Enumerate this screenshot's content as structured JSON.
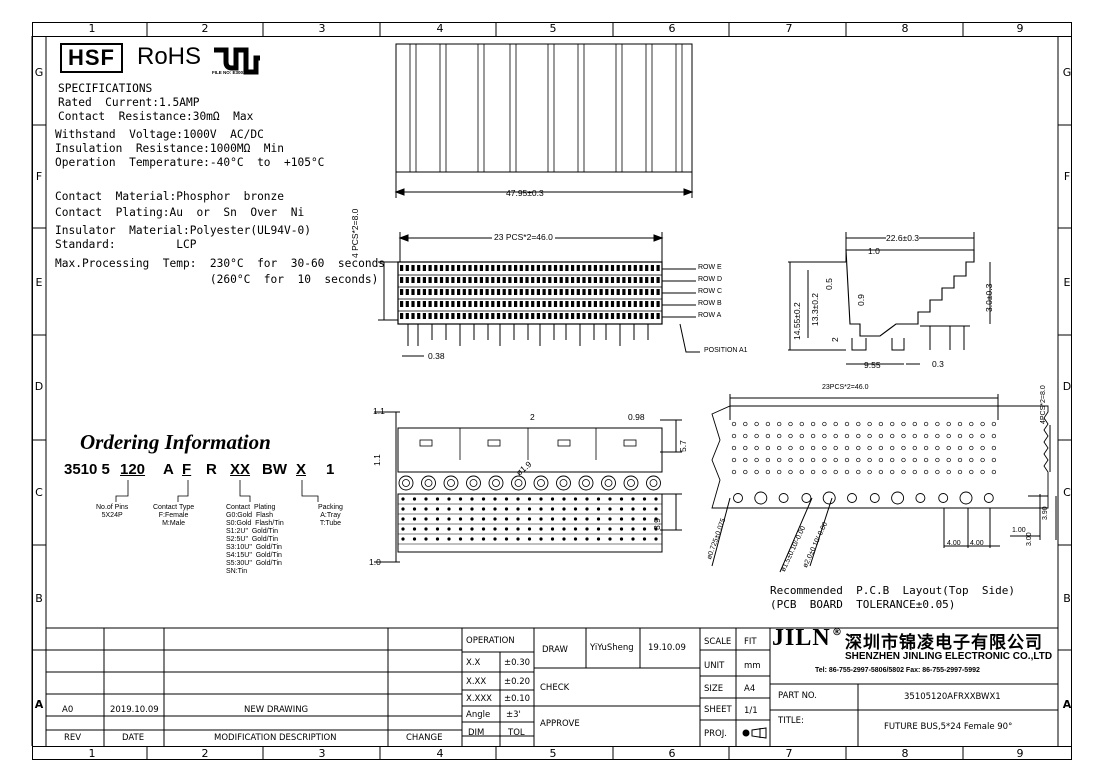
{
  "zones_columns": [
    "1",
    "2",
    "3",
    "4",
    "5",
    "6",
    "7",
    "8",
    "9"
  ],
  "zones_rows": [
    "G",
    "F",
    "E",
    "D",
    "C",
    "B",
    "A"
  ],
  "logos": {
    "hsf": "HSF",
    "rohs": "RoHS",
    "ul_file": "FILE NO: E300300"
  },
  "specifications": {
    "heading": "SPECIFICATIONS",
    "lines": [
      "Rated  Current:1.5AMP",
      "Contact  Resistance:30mΩ  Max",
      "Withstand  Voltage:1000V  AC/DC",
      "Insulation  Resistance:1000MΩ  Min",
      "Operation  Temperature:-40°C  to  +105°C",
      "",
      "Contact  Material:Phosphor  bronze",
      "Contact  Plating:Au  or  Sn  Over  Ni",
      "Insulator  Material:Polyester(UL94V-0)",
      "Standard:         LCP",
      "Max.Processing  Temp:  230°C  for  30-60  seconds",
      "                       (260°C  for  10  seconds)"
    ]
  },
  "ordering": {
    "title": "Ordering Information",
    "parts": [
      "3510 5",
      "120",
      "A",
      "F",
      "R",
      "XX",
      "BW",
      "X",
      "1"
    ],
    "legend": {
      "pins": "No.of Pins\n5X24P",
      "contact_type": "Contact Type\nF:Female\nM:Male",
      "plating": "Contact  Plating\nG0:Gold  Flash\nS0:Gold  Flash/Tin\nS1:2U\"  Gold/Tin\nS2:5U\"  Gold/Tin\nS3:10U\"  Gold/Tin\nS4:15U\"  Gold/Tin\nS5:30U\"  Gold/Tin\nSN:Tin",
      "packing": "Packing\nA:Tray\nT:Tube"
    }
  },
  "drawing_dims": {
    "top_width": "47.95±0.3",
    "pitch_23": "23  PCS*2=46.0",
    "pitch_4": "4  PCS*2=8.0",
    "dim_038": "0.38",
    "rows": [
      "ROW E",
      "ROW D",
      "ROW C",
      "ROW B",
      "ROW A"
    ],
    "position_a1": "POSITION A1",
    "side_22_6": "22.6±0.3",
    "side_1_0": "1.0",
    "side_14_55": "14.55±0.2",
    "side_13_3": "13.3±0.2",
    "side_0_5": "0.5",
    "side_0_9": "0.9",
    "side_3_0": "3.0±0.3",
    "side_2": "2",
    "side_9_55": "9.55",
    "side_0_3": "0.3",
    "front_1_1a": "1.1",
    "front_1_1b": "1.1",
    "front_2": "2",
    "front_0_98": "0.98",
    "front_5_7": "5.7",
    "front_1_9": "ø1.9",
    "front_3_9": "3.9",
    "front_1_0": "1.0",
    "pcb_23": "23PCS*2=46.0",
    "pcb_4": "4PCS*2=8.0",
    "pcb_hole1": "ø0.725±0.075",
    "pcb_hole2": "ø1.5±0.10/-0.00",
    "pcb_hole3": "ø2.0±0.10/-0.00",
    "pcb_4_00a": "4.00",
    "pcb_4_00b": "4.00",
    "pcb_1_00": "1.00",
    "pcb_3_00": "3.00",
    "pcb_3_90": "3.90"
  },
  "pcb_note": "Recommended  P.C.B  Layout(Top  Side)\n(PCB  BOARD  TOLERANCE±0.05)",
  "title_block": {
    "rev_row": {
      "rev_val": "A0",
      "date_val": "2019.10.09",
      "desc_val": "NEW  DRAWING"
    },
    "headers": {
      "rev": "REV",
      "date": "DATE",
      "desc": "MODIFICATION  DESCRIPTION",
      "change": "CHANGE"
    },
    "operation": "OPERATION",
    "tolerances": [
      [
        "X.X",
        "±0.30"
      ],
      [
        "X.XX",
        "±0.20"
      ],
      [
        "X.XXX",
        "±0.10"
      ],
      [
        "Angle",
        "±3'"
      ]
    ],
    "dim_tol": [
      "DIM",
      "TOL"
    ],
    "draw": "DRAW",
    "check": "CHECK",
    "approve": "APPROVE",
    "drawer": "YiYuSheng",
    "draw_date": "19.10.09",
    "scale": "SCALE",
    "scale_val": "FIT",
    "unit": "UNIT",
    "unit_val": "mm",
    "size": "SIZE",
    "size_val": "A4",
    "sheet": "SHEET",
    "sheet_val": "1/1",
    "proj": "PROJ.",
    "company_logo": "JILN",
    "company_cn": "深圳市锦凌电子有限公司",
    "company_en": "SHENZHEN JINLING ELECTRONIC CO.,LTD",
    "company_tel": "Tel: 86-755-2997-5806/5802   Fax: 86-755-2997-5992",
    "part_no_label": "PART NO.",
    "part_no": "35105120AFRXXBWX1",
    "title_label": "TITLE:",
    "title": "FUTURE BUS,5*24 Female 90°"
  }
}
